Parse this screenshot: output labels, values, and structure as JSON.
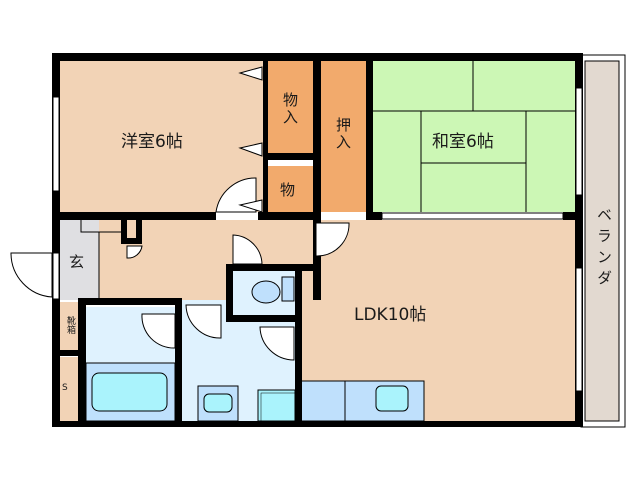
{
  "floor_plan": {
    "rooms": [
      {
        "id": "western-room",
        "label": "洋室6帖",
        "type": "Western-style room",
        "size_jo": 6,
        "color": "#f2d3b6"
      },
      {
        "id": "japanese-room",
        "label": "和室6帖",
        "type": "Japanese-style tatami room",
        "size_jo": 6,
        "color": "#ccf7b5"
      },
      {
        "id": "ldk",
        "label": "LDK10帖",
        "type": "Living/Dining/Kitchen",
        "size_jo": 10,
        "color": "#f2d3b6"
      },
      {
        "id": "storage-closet",
        "label": "物入",
        "type": "Storage closet",
        "color": "#f2aa6c"
      },
      {
        "id": "storage-small",
        "label": "物",
        "type": "Small storage",
        "color": "#f2aa6c"
      },
      {
        "id": "oshiire",
        "label": "押入",
        "type": "Futon closet",
        "color": "#f2aa6c"
      },
      {
        "id": "genkan",
        "label": "玄",
        "type": "Entrance",
        "color": "#dfdfe2"
      },
      {
        "id": "shoe-cabinet",
        "label": "靴箱",
        "type": "Shoe cabinet",
        "color": "#f2d3b6"
      },
      {
        "id": "storage-s",
        "label": "S",
        "type": "Storage",
        "color": "#f2d3b6"
      },
      {
        "id": "veranda",
        "label": "ベランダ",
        "type": "Balcony",
        "color": "#e2d9d0"
      },
      {
        "id": "bathroom",
        "label": "",
        "type": "Bathroom",
        "color": "#dff2fe"
      },
      {
        "id": "washroom",
        "label": "",
        "type": "Washroom",
        "color": "#dff2fe"
      },
      {
        "id": "toilet",
        "label": "",
        "type": "Toilet",
        "color": "#dff2fe"
      }
    ],
    "colors": {
      "wall": "#000000",
      "room_beige": "#f2d3b6",
      "storage_orange": "#f2aa6c",
      "tatami_green": "#ccf7b5",
      "entrance_gray": "#dfdfe2",
      "veranda_taupe": "#e2d9d0",
      "wet_area_blue": "#dff2fe",
      "fixture_blue": "#bfe0fc",
      "fixture_cyan": "#aaf3fc"
    }
  }
}
